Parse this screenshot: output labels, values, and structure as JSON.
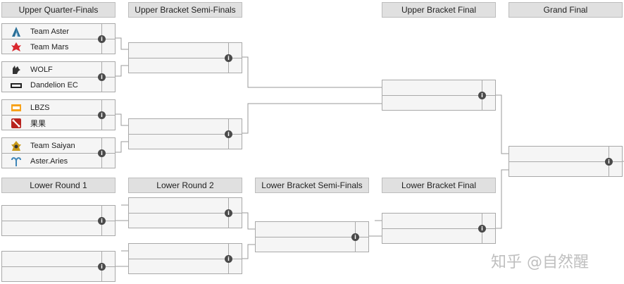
{
  "headers": {
    "upper_quarter_finals": "Upper Quarter-Finals",
    "upper_bracket_semi_finals": "Upper Bracket Semi-Finals",
    "upper_bracket_final": "Upper Bracket Final",
    "grand_final": "Grand Final",
    "lower_round_1": "Lower Round 1",
    "lower_round_2": "Lower Round 2",
    "lower_bracket_semi_finals": "Lower Bracket Semi-Finals",
    "lower_bracket_final": "Lower Bracket Final"
  },
  "upper_quarter_finals": [
    {
      "team1": "Team Aster",
      "team2": "Team Mars"
    },
    {
      "team1": "WOLF",
      "team2": "Dandelion EC"
    },
    {
      "team1": "LBZS",
      "team2": "果果"
    },
    {
      "team1": "Team Saiyan",
      "team2": "Aster.Aries"
    }
  ],
  "info_glyph": "i",
  "watermark": "知乎 @自然醒",
  "colors": {
    "header_bg": "#e0e0e0",
    "match_bg": "#f5f5f5",
    "line": "#9a9a9a",
    "info_icon": "#4a4a4a"
  }
}
